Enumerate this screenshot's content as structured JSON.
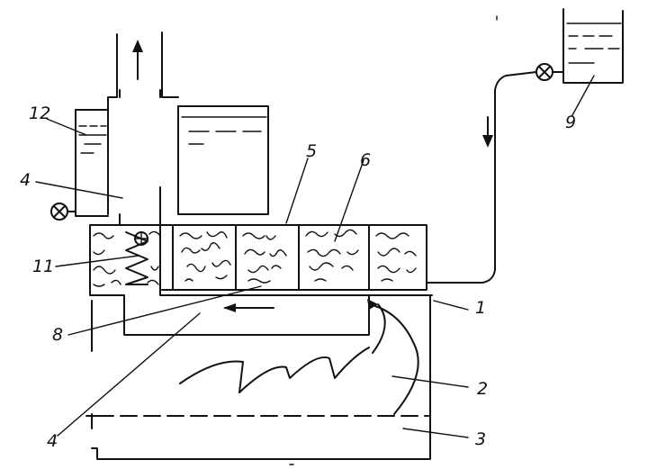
{
  "labels": {
    "l1": "1",
    "l2": "2",
    "l3": "3",
    "l4a": "4",
    "l4b": "4",
    "l5": "5",
    "l6": "6",
    "l8": "8",
    "l9": "9",
    "l11": "11",
    "l12": "12"
  }
}
